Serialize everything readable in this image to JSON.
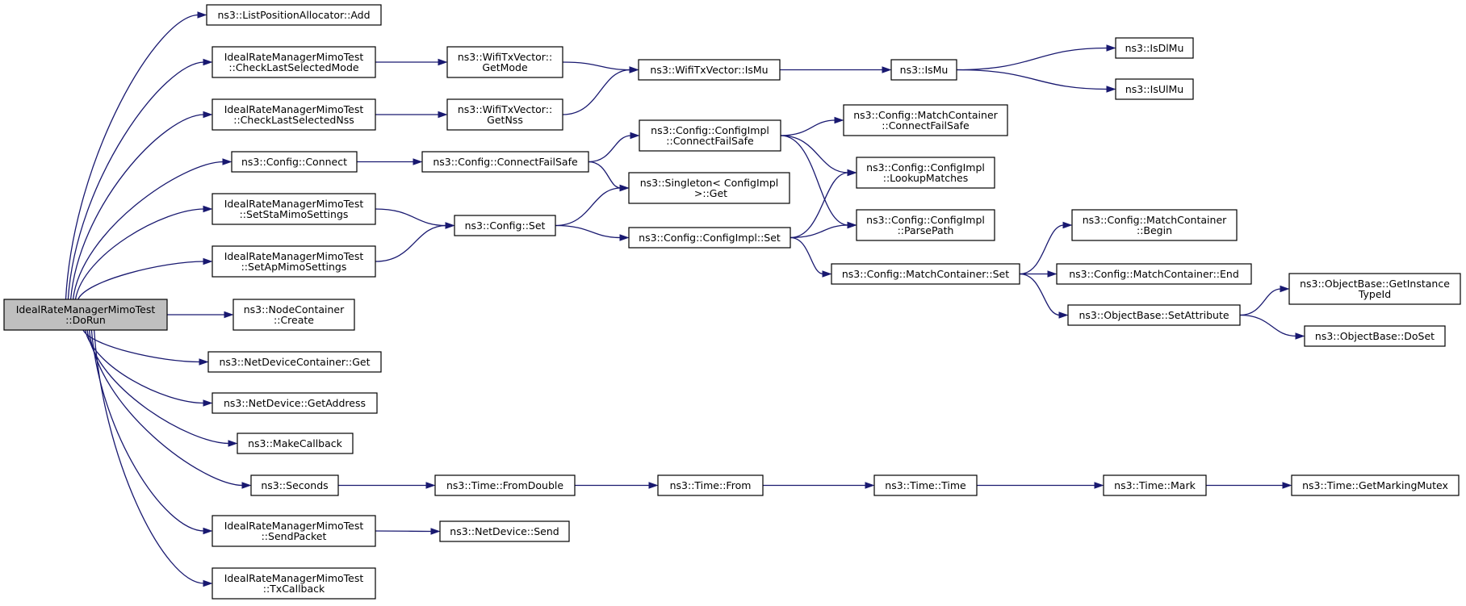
{
  "graph": {
    "colors": {
      "edge": "#191970",
      "root_fill": "#bfbfbf",
      "node_fill": "#ffffff",
      "border": "#000000"
    },
    "nodes": [
      {
        "id": "root",
        "lines": [
          "IdealRateManagerMimoTest",
          "::DoRun"
        ],
        "root": true
      },
      {
        "id": "listpos",
        "lines": [
          "ns3::ListPositionAllocator::Add"
        ]
      },
      {
        "id": "checkmode",
        "lines": [
          "IdealRateManagerMimoTest",
          "::CheckLastSelectedMode"
        ]
      },
      {
        "id": "checknss",
        "lines": [
          "IdealRateManagerMimoTest",
          "::CheckLastSelectedNss"
        ]
      },
      {
        "id": "cfgconnect",
        "lines": [
          "ns3::Config::Connect"
        ]
      },
      {
        "id": "setsta",
        "lines": [
          "IdealRateManagerMimoTest",
          "::SetStaMimoSettings"
        ]
      },
      {
        "id": "setap",
        "lines": [
          "IdealRateManagerMimoTest",
          "::SetApMimoSettings"
        ]
      },
      {
        "id": "nodecreate",
        "lines": [
          "ns3::NodeContainer",
          "::Create"
        ]
      },
      {
        "id": "ndcget",
        "lines": [
          "ns3::NetDeviceContainer::Get"
        ]
      },
      {
        "id": "getaddr",
        "lines": [
          "ns3::NetDevice::GetAddress"
        ]
      },
      {
        "id": "makecb",
        "lines": [
          "ns3::MakeCallback"
        ]
      },
      {
        "id": "seconds",
        "lines": [
          "ns3::Seconds"
        ]
      },
      {
        "id": "sendpkt",
        "lines": [
          "IdealRateManagerMimoTest",
          "::SendPacket"
        ]
      },
      {
        "id": "txcb",
        "lines": [
          "IdealRateManagerMimoTest",
          "::TxCallback"
        ]
      },
      {
        "id": "getmode",
        "lines": [
          "ns3::WifiTxVector::",
          "GetMode"
        ]
      },
      {
        "id": "getnss",
        "lines": [
          "ns3::WifiTxVector::",
          "GetNss"
        ]
      },
      {
        "id": "cfs",
        "lines": [
          "ns3::Config::ConnectFailSafe"
        ]
      },
      {
        "id": "singleton",
        "lines": [
          "ns3::Singleton< ConfigImpl",
          " >::Get"
        ]
      },
      {
        "id": "cfgset",
        "lines": [
          "ns3::Config::Set"
        ]
      },
      {
        "id": "ndsend",
        "lines": [
          "ns3::NetDevice::Send"
        ]
      },
      {
        "id": "fromdouble",
        "lines": [
          "ns3::Time::FromDouble"
        ]
      },
      {
        "id": "ismu",
        "lines": [
          "ns3::WifiTxVector::IsMu"
        ]
      },
      {
        "id": "implcfs",
        "lines": [
          "ns3::Config::ConfigImpl",
          "::ConnectFailSafe"
        ]
      },
      {
        "id": "implset",
        "lines": [
          "ns3::Config::ConfigImpl::Set"
        ]
      },
      {
        "id": "timefrom",
        "lines": [
          "ns3::Time::From"
        ]
      },
      {
        "id": "nsismu",
        "lines": [
          "ns3::IsMu"
        ]
      },
      {
        "id": "mccfs",
        "lines": [
          "ns3::Config::MatchContainer",
          "::ConnectFailSafe"
        ]
      },
      {
        "id": "lookup",
        "lines": [
          "ns3::Config::ConfigImpl",
          "::LookupMatches"
        ]
      },
      {
        "id": "parsepath",
        "lines": [
          "ns3::Config::ConfigImpl",
          "::ParsePath"
        ]
      },
      {
        "id": "mcset",
        "lines": [
          "ns3::Config::MatchContainer::Set"
        ]
      },
      {
        "id": "timetime",
        "lines": [
          "ns3::Time::Time"
        ]
      },
      {
        "id": "isdlmu",
        "lines": [
          "ns3::IsDlMu"
        ]
      },
      {
        "id": "isulmu",
        "lines": [
          "ns3::IsUlMu"
        ]
      },
      {
        "id": "mcbegin",
        "lines": [
          "ns3::Config::MatchContainer",
          "::Begin"
        ]
      },
      {
        "id": "mcend",
        "lines": [
          "ns3::Config::MatchContainer::End"
        ]
      },
      {
        "id": "setattr",
        "lines": [
          "ns3::ObjectBase::SetAttribute"
        ]
      },
      {
        "id": "timemark",
        "lines": [
          "ns3::Time::Mark"
        ]
      },
      {
        "id": "getinst",
        "lines": [
          "ns3::ObjectBase::GetInstance",
          "TypeId"
        ]
      },
      {
        "id": "doset",
        "lines": [
          "ns3::ObjectBase::DoSet"
        ]
      },
      {
        "id": "getmutex",
        "lines": [
          "ns3::Time::GetMarkingMutex"
        ]
      }
    ],
    "edges": [
      [
        "root",
        "listpos"
      ],
      [
        "root",
        "checkmode"
      ],
      [
        "root",
        "checknss"
      ],
      [
        "root",
        "cfgconnect"
      ],
      [
        "root",
        "setsta"
      ],
      [
        "root",
        "setap"
      ],
      [
        "root",
        "nodecreate"
      ],
      [
        "root",
        "ndcget"
      ],
      [
        "root",
        "getaddr"
      ],
      [
        "root",
        "makecb"
      ],
      [
        "root",
        "seconds"
      ],
      [
        "root",
        "sendpkt"
      ],
      [
        "root",
        "txcb"
      ],
      [
        "checkmode",
        "getmode"
      ],
      [
        "checknss",
        "getnss"
      ],
      [
        "cfgconnect",
        "cfs"
      ],
      [
        "cfs",
        "implcfs"
      ],
      [
        "cfs",
        "singleton"
      ],
      [
        "setsta",
        "cfgset"
      ],
      [
        "setap",
        "cfgset"
      ],
      [
        "cfgset",
        "singleton"
      ],
      [
        "cfgset",
        "implset"
      ],
      [
        "sendpkt",
        "ndsend"
      ],
      [
        "seconds",
        "fromdouble"
      ],
      [
        "fromdouble",
        "timefrom"
      ],
      [
        "timefrom",
        "timetime"
      ],
      [
        "timetime",
        "timemark"
      ],
      [
        "timemark",
        "getmutex"
      ],
      [
        "getmode",
        "ismu"
      ],
      [
        "getnss",
        "ismu"
      ],
      [
        "ismu",
        "nsismu"
      ],
      [
        "nsismu",
        "isdlmu"
      ],
      [
        "nsismu",
        "isulmu"
      ],
      [
        "implcfs",
        "mccfs"
      ],
      [
        "implcfs",
        "lookup"
      ],
      [
        "implcfs",
        "parsepath"
      ],
      [
        "implset",
        "lookup"
      ],
      [
        "implset",
        "parsepath"
      ],
      [
        "implset",
        "mcset"
      ],
      [
        "mcset",
        "mcbegin"
      ],
      [
        "mcset",
        "mcend"
      ],
      [
        "mcset",
        "setattr"
      ],
      [
        "setattr",
        "getinst"
      ],
      [
        "setattr",
        "doset"
      ]
    ]
  }
}
